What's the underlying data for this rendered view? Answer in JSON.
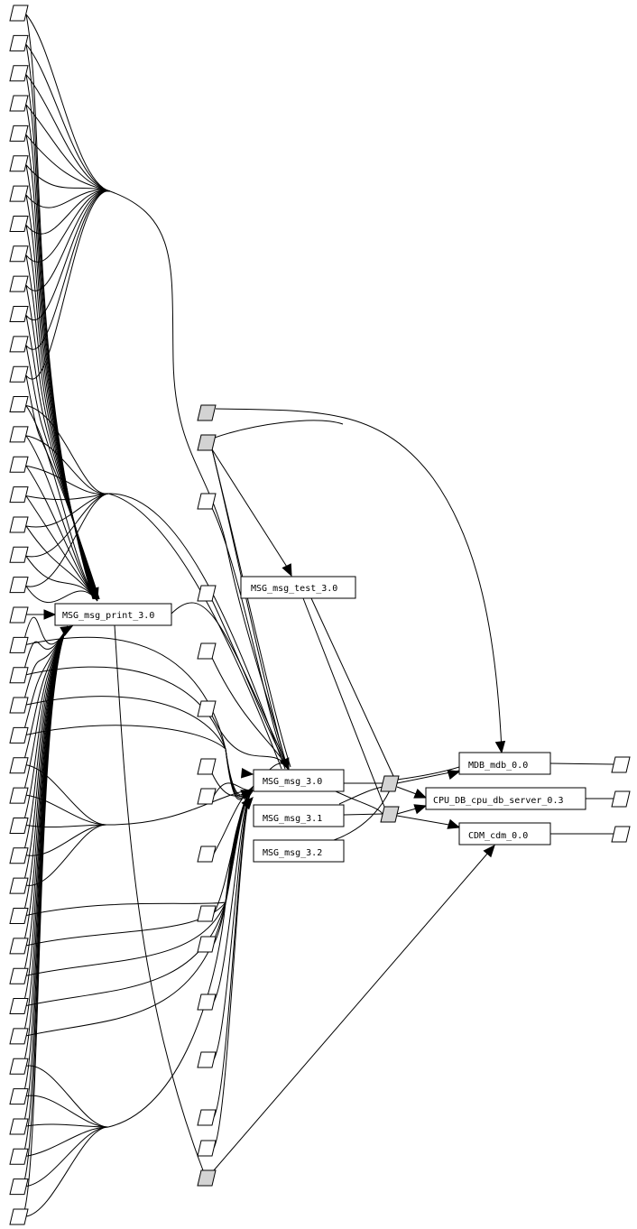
{
  "diagram": {
    "type": "dependency-graph",
    "colors": {
      "background": "#ffffff",
      "stroke": "#000000",
      "node_fill": "#ffffff",
      "shaded_node_fill": "#d3d3d3"
    },
    "boxes": [
      {
        "id": "msg_print",
        "label": "MSG_msg_print_3.0"
      },
      {
        "id": "msg_test",
        "label": "MSG_msg_test_3.0"
      },
      {
        "id": "msg_30",
        "label": "MSG_msg_3.0"
      },
      {
        "id": "msg_31",
        "label": "MSG_msg_3.1"
      },
      {
        "id": "msg_32",
        "label": "MSG_msg_3.2"
      },
      {
        "id": "mdb",
        "label": "MDB_mdb_0.0"
      },
      {
        "id": "cpudb",
        "label": "CPU_DB_cpu_db_server_0.3"
      },
      {
        "id": "cdm",
        "label": "CDM_cdm_0.0"
      }
    ],
    "unlabeled_nodes": {
      "left_column_count": 41,
      "middle_column_count": 15,
      "middle_column_shaded_count": 3,
      "junction_shaded_count": 2,
      "right_column_count": 3
    },
    "edges": [
      {
        "from": "left-column",
        "to": "msg_print",
        "arrow": true
      },
      {
        "from": "left-column",
        "to": "msg_30",
        "arrow": true
      },
      {
        "from": "middle-column",
        "to": "msg_30",
        "arrow": true
      },
      {
        "from": "middle-column",
        "to": "msg_31",
        "arrow": true
      },
      {
        "from": "shaded-top-1",
        "to": "mdb",
        "arrow": true
      },
      {
        "from": "shaded-top-2",
        "to": "msg_test",
        "arrow": true
      },
      {
        "from": "msg_test",
        "to": "junctions",
        "arrow": false
      },
      {
        "from": "msg_30",
        "to": "junctions",
        "arrow": false
      },
      {
        "from": "msg_31",
        "to": "junctions",
        "arrow": false
      },
      {
        "from": "msg_32",
        "to": "junctions",
        "arrow": false
      },
      {
        "from": "junctions",
        "to": "mdb",
        "arrow": true
      },
      {
        "from": "junctions",
        "to": "cpudb",
        "arrow": true
      },
      {
        "from": "junctions",
        "to": "cdm",
        "arrow": true
      },
      {
        "from": "shaded-bottom",
        "to": "cdm",
        "arrow": true
      },
      {
        "from": "msg_print",
        "to": "shaded-bottom",
        "arrow": false
      },
      {
        "from": "mdb",
        "to": "right-node-1",
        "arrow": false
      },
      {
        "from": "cpudb",
        "to": "right-node-2",
        "arrow": false
      },
      {
        "from": "cdm",
        "to": "right-node-3",
        "arrow": false
      }
    ]
  }
}
